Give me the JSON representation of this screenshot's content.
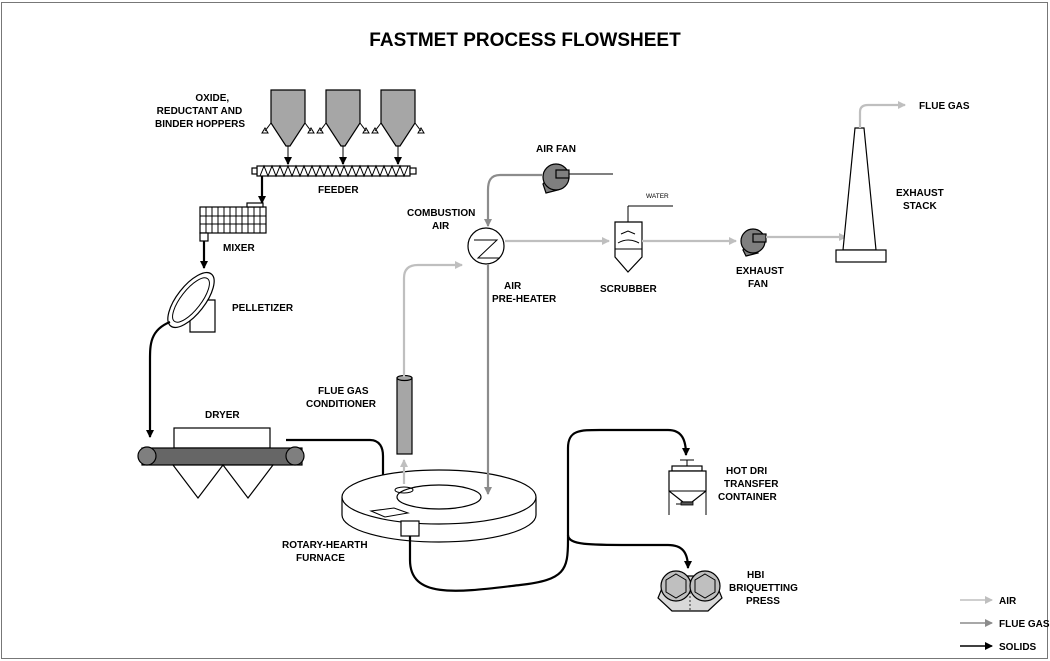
{
  "title": "FASTMET PROCESS FLOWSHEET",
  "labels": {
    "hoppers": [
      "OXIDE,",
      "REDUCTANT AND",
      "BINDER HOPPERS"
    ],
    "feeder": "FEEDER",
    "mixer": "MIXER",
    "pelletizer": "PELLETIZER",
    "dryer": "DRYER",
    "air_fan": "AIR FAN",
    "combustion_air": [
      "COMBUSTION",
      "AIR"
    ],
    "air_preheater": [
      "AIR",
      "PRE-HEATER"
    ],
    "water": "WATER",
    "scrubber": "SCRUBBER",
    "exhaust_fan": [
      "EXHAUST",
      "FAN"
    ],
    "exhaust_stack": [
      "EXHAUST",
      "STACK"
    ],
    "flue_gas_out": "FLUE GAS",
    "flue_gas_conditioner": [
      "FLUE GAS",
      "CONDITIONER"
    ],
    "rotary_hearth_furnace": [
      "ROTARY-HEARTH",
      "FURNACE"
    ],
    "hot_dri": [
      "HOT DRI",
      "TRANSFER",
      "CONTAINER"
    ],
    "hbi_press": [
      "HBI",
      "BRIQUETTING",
      "PRESS"
    ]
  },
  "legend": [
    {
      "label": "AIR",
      "color": "#bfbfbf"
    },
    {
      "label": "FLUE GAS",
      "color": "#8c8c8c"
    },
    {
      "label": "SOLIDS",
      "color": "#000000"
    }
  ]
}
